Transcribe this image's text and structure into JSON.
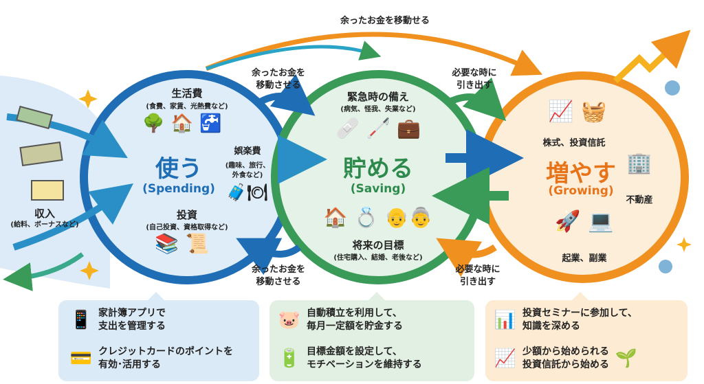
{
  "top_arrow_label": "余ったお金を移動せる",
  "income": {
    "title": "収入",
    "sub": "(給料、ボーナスなど)"
  },
  "spending": {
    "title": "使う",
    "en": "(Spending)",
    "living": {
      "title": "生活費",
      "sub": "(食費、家賃、光熱費など)"
    },
    "leisure": {
      "title": "娯楽費",
      "sub1": "(趣味、旅行、",
      "sub2": "外食など)"
    },
    "invest": {
      "title": "投資",
      "sub": "(自己投資、資格取得など)"
    }
  },
  "saving": {
    "title": "貯める",
    "en": "(Saving)",
    "emergency": {
      "title": "緊急時の備え",
      "sub": "(病気、怪我、失業など)"
    },
    "future": {
      "title": "将来の目標",
      "sub": "(住宅購入、結婚、老後など)"
    }
  },
  "growing": {
    "title": "増やす",
    "en": "(Growing)",
    "stocks": "株式、投資信託",
    "realestate": "不動産",
    "business": "起業、副業"
  },
  "arrows": {
    "move1": "余ったお金を",
    "move2": "移動させる",
    "withdraw1": "必要な時に",
    "withdraw2": "引き出す"
  },
  "tips": {
    "spending": [
      {
        "l1": "家計簿アプリで",
        "l2": "支出を管理する"
      },
      {
        "l1": "クレジットカードのポイントを",
        "l2": "有効･活用する"
      }
    ],
    "saving": [
      {
        "l1": "自動積立を利用して、",
        "l2": "毎月一定額を貯金する"
      },
      {
        "l1": "目標金額を設定して、",
        "l2": "モチベーションを維持する"
      }
    ],
    "growing": [
      {
        "l1": "投資セミナーに参加して、",
        "l2": "知識を深める"
      },
      {
        "l1": "少額から始められる",
        "l2": "投資信託から始める"
      }
    ]
  },
  "colors": {
    "blue": "#1f6db5",
    "green": "#3a9a58",
    "orange": "#f0901e"
  }
}
